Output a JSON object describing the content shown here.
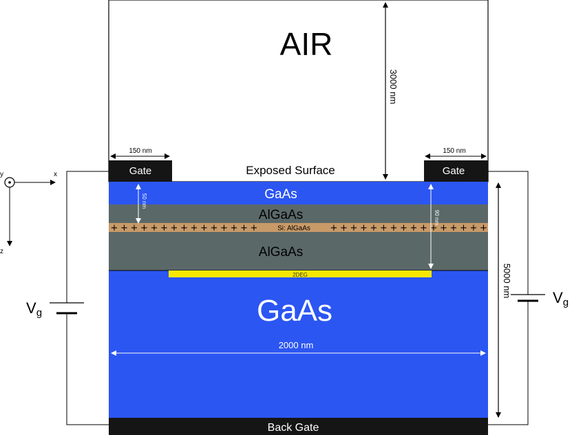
{
  "regions": {
    "air": "AIR",
    "exposed_surface": "Exposed Surface",
    "gate_left": "Gate",
    "gate_right": "Gate",
    "cap_layer": "GaAs",
    "spacer_top": "AlGaAs",
    "doping_layer": "Si: AlGaAs",
    "spacer_bottom": "AlGaAs",
    "channel": "2DEG",
    "substrate": "GaAs",
    "back_gate": "Back Gate"
  },
  "dimensions": {
    "air_height": "3000 nm",
    "gate_left_width": "150 nm",
    "gate_right_width": "150 nm",
    "depth_50": "50 nm",
    "depth_90": "90 nm",
    "device_height": "5000 nm",
    "device_width": "2000 nm"
  },
  "voltage": {
    "left": "V",
    "left_sub": "g",
    "right": "V",
    "right_sub": "g"
  },
  "axes": {
    "x": "x",
    "y": "y",
    "z": "z"
  },
  "colors": {
    "gaas": "#2b56f2",
    "algaas": "#5b6868",
    "doping": "#c89a68",
    "channel": "#f8e800",
    "gate": "#151515"
  }
}
